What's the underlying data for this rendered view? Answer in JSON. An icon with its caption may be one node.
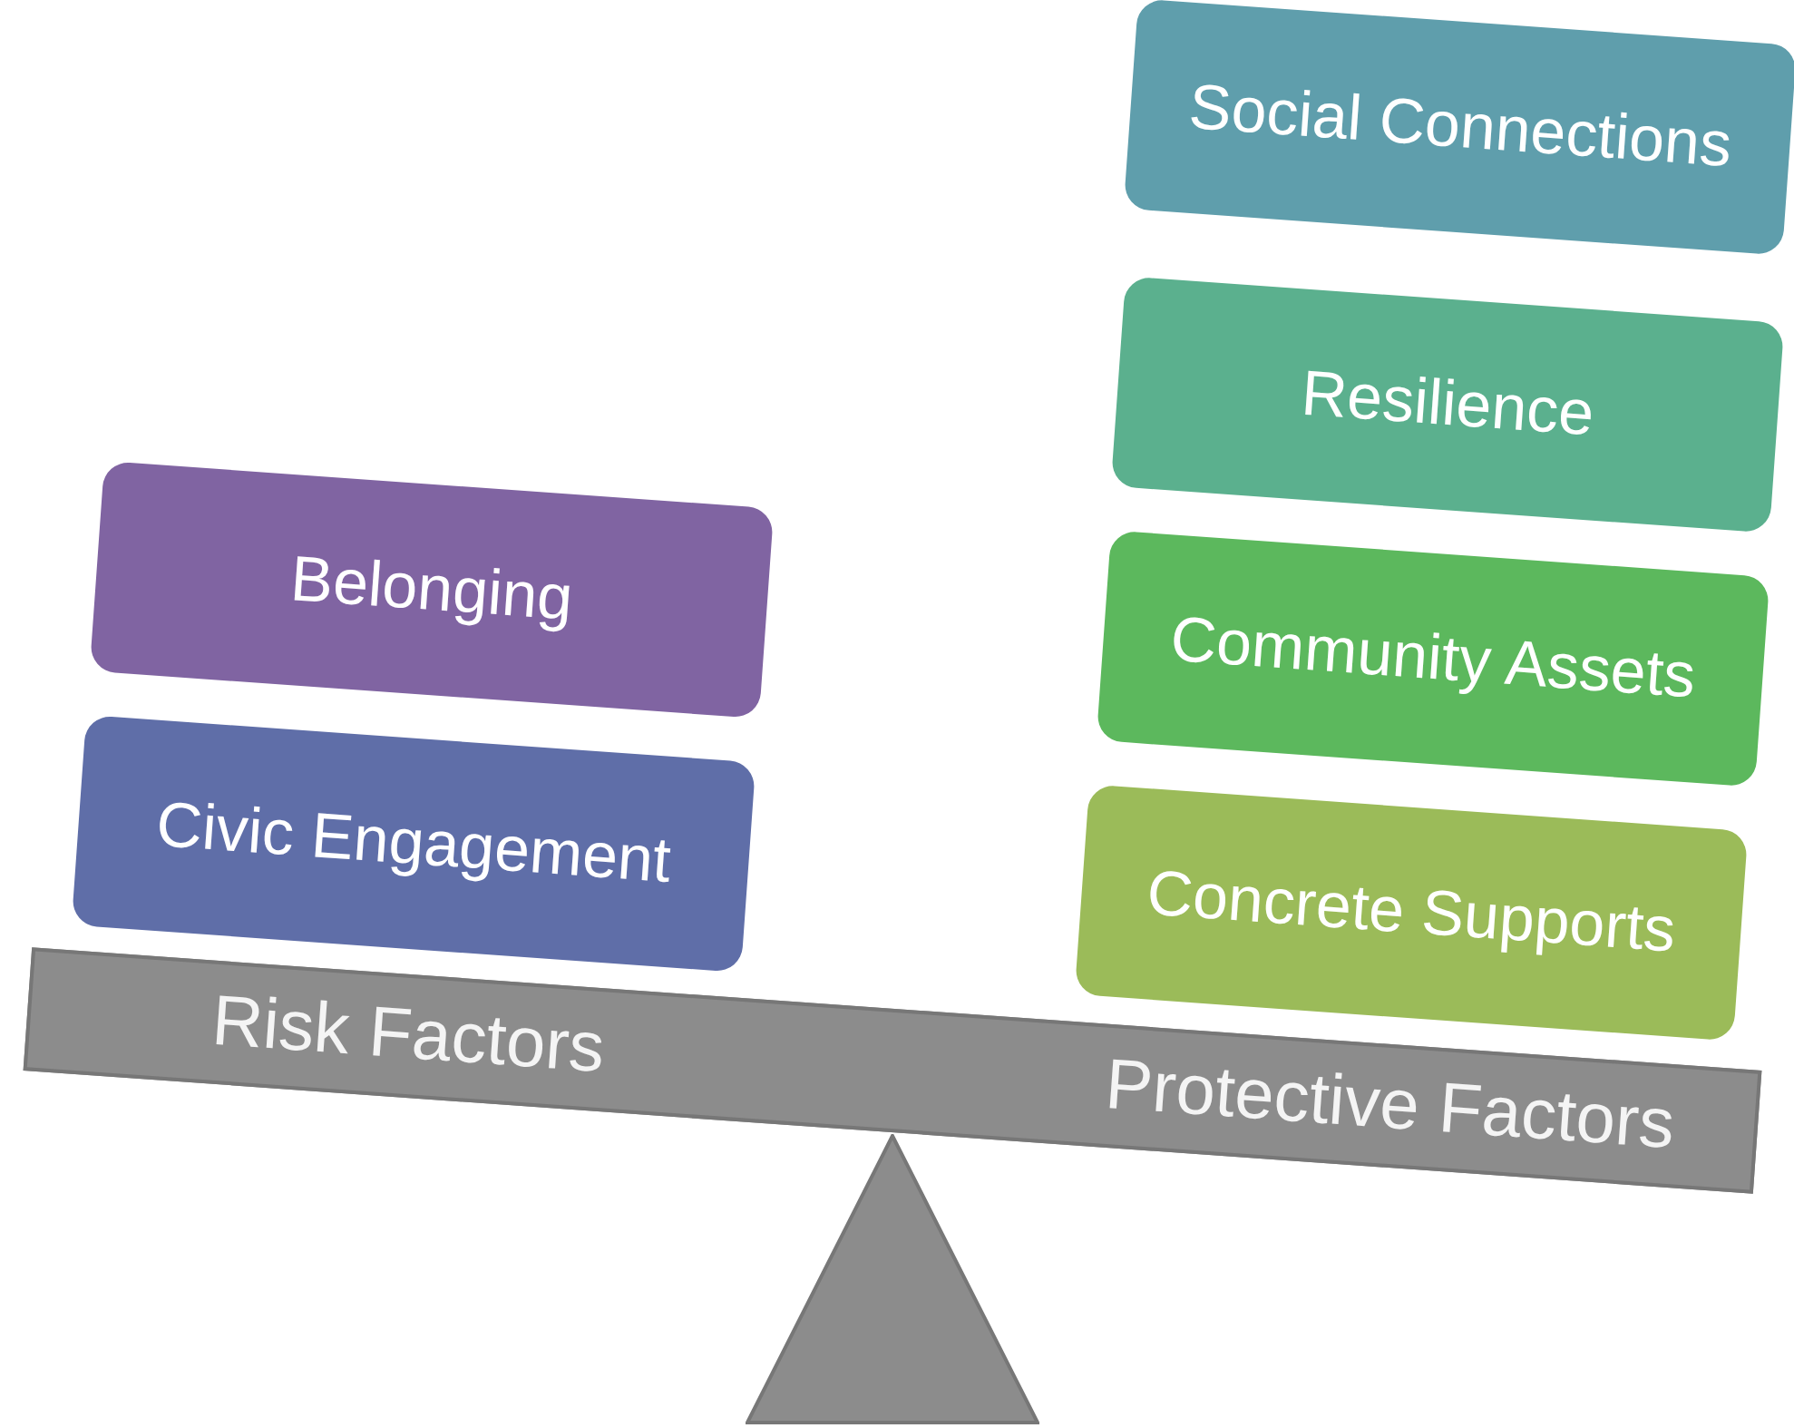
{
  "diagram": {
    "nodes": [
      {
        "text": [
          "Social Connections"
        ]
      },
      {
        "text": [
          "Resilience"
        ]
      },
      {
        "text": [
          "Belonging"
        ]
      },
      {
        "text": [
          "Community Assets"
        ]
      },
      {
        "text": [
          "Civic Engagement"
        ]
      },
      {
        "text": [
          "Concrete Supports"
        ]
      },
      {
        "text": [
          "Risk Factors",
          "Protective Factors"
        ]
      },
      {
        "text": [],
        "shape": "triangle"
      }
    ]
  }
}
